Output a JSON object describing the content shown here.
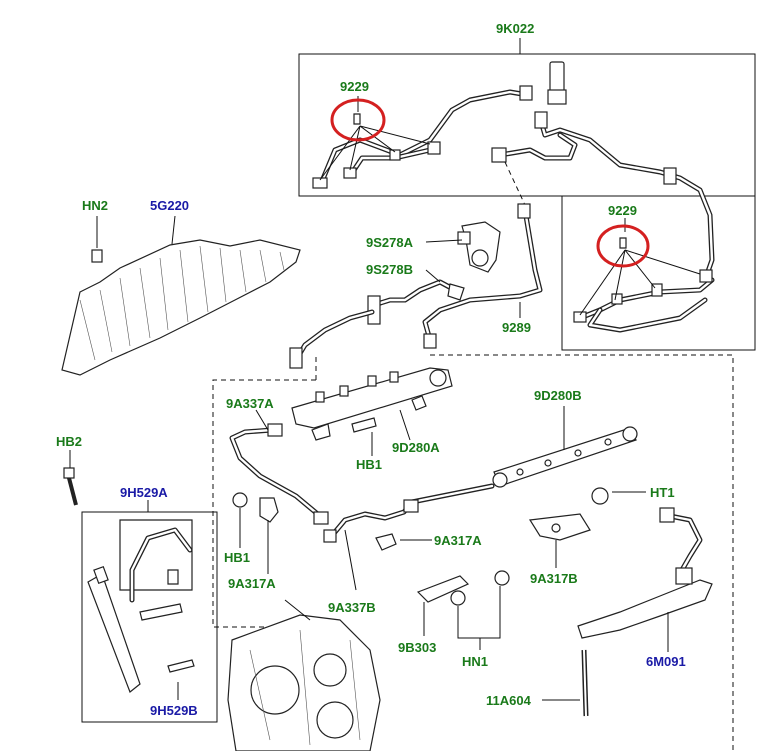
{
  "labels": {
    "l_9K022": "9K022",
    "l_9229_a": "9229",
    "l_9229_b": "9229",
    "l_HN2": "HN2",
    "l_5G220": "5G220",
    "l_9S278A": "9S278A",
    "l_9S278B": "9S278B",
    "l_9289": "9289",
    "l_9A337A": "9A337A",
    "l_9D280A": "9D280A",
    "l_HB1_a": "HB1",
    "l_9D280B": "9D280B",
    "l_HB2": "HB2",
    "l_9H529A": "9H529A",
    "l_HB1_b": "HB1",
    "l_9A317A_a": "9A317A",
    "l_9A317A_b": "9A317A",
    "l_9A337B": "9A337B",
    "l_HT1": "HT1",
    "l_9A317B": "9A317B",
    "l_9B303": "9B303",
    "l_HN1": "HN1",
    "l_6M091": "6M091",
    "l_11A604": "11A604",
    "l_9H529B": "9H529B"
  },
  "colors": {
    "label_green": "#1a7a1a",
    "label_blue": "#1a1aa6",
    "highlight_red": "#d42020",
    "line": "#111111"
  }
}
